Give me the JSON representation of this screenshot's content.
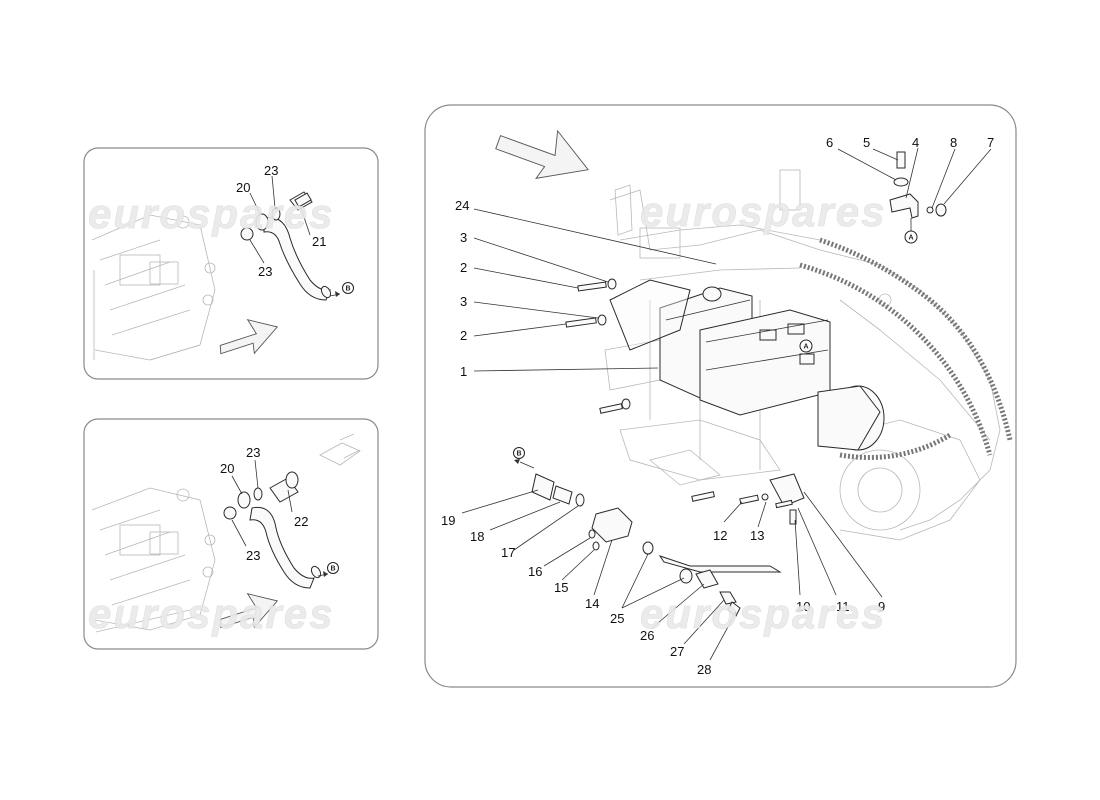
{
  "watermark": "eurospares",
  "panels": {
    "top_left": {
      "labels": {
        "l23a": "23",
        "l20": "20",
        "l21": "21",
        "l23b": "23"
      },
      "badge": "B"
    },
    "bottom_left": {
      "labels": {
        "l23a": "23",
        "l20": "20",
        "l22": "22",
        "l23b": "23"
      },
      "badge": "B"
    },
    "main": {
      "labels": {
        "l6": "6",
        "l5": "5",
        "l4": "4",
        "l8": "8",
        "l7": "7",
        "l24": "24",
        "l3a": "3",
        "l2a": "2",
        "l3b": "3",
        "l2b": "2",
        "l1": "1",
        "l19": "19",
        "l18": "18",
        "l17": "17",
        "l16": "16",
        "l15": "15",
        "l14": "14",
        "l12": "12",
        "l13": "13",
        "l10": "10",
        "l11": "11",
        "l9": "9",
        "l25": "25",
        "l26": "26",
        "l27": "27",
        "l28": "28"
      },
      "badge_a": "A",
      "badge_b": "B"
    }
  }
}
